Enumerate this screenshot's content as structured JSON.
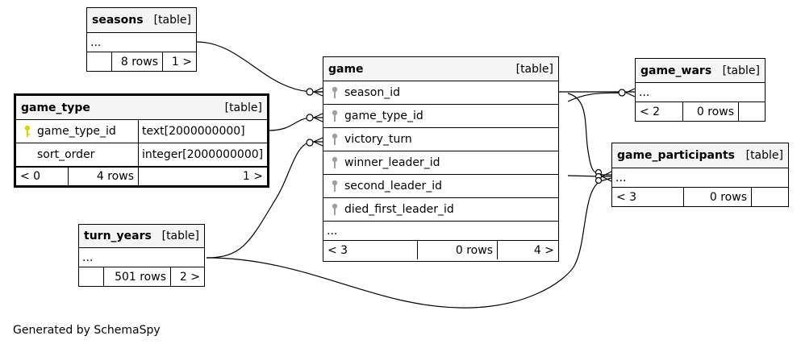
{
  "tables": {
    "seasons": {
      "name": "seasons",
      "tag": "[table]",
      "placeholder": "...",
      "foot": [
        "",
        "8 rows",
        "1 >"
      ]
    },
    "game_type": {
      "name": "game_type",
      "tag": "[table]",
      "columns": [
        {
          "name": "game_type_id",
          "type": "text[2000000000]"
        },
        {
          "name": "sort_order",
          "type": "integer[2000000000]"
        }
      ],
      "foot": [
        "< 0",
        "4 rows",
        "1 >"
      ]
    },
    "turn_years": {
      "name": "turn_years",
      "tag": "[table]",
      "placeholder": "...",
      "foot": [
        "",
        "501 rows",
        "2 >"
      ]
    },
    "game": {
      "name": "game",
      "tag": "[table]",
      "columns": [
        "season_id",
        "game_type_id",
        "victory_turn",
        "winner_leader_id",
        "second_leader_id",
        "died_first_leader_id"
      ],
      "placeholder": "...",
      "foot": [
        "< 3",
        "0 rows",
        "4 >"
      ]
    },
    "game_wars": {
      "name": "game_wars",
      "tag": "[table]",
      "placeholder": "...",
      "foot": [
        "< 2",
        "0 rows",
        ""
      ]
    },
    "game_participants": {
      "name": "game_participants",
      "tag": "[table]",
      "placeholder": "...",
      "foot": [
        "< 3",
        "0 rows",
        ""
      ]
    }
  },
  "colors": {
    "primary_key": "#d7d700",
    "foreign_key": "#a0a0a0",
    "header_bg": "#f5f5f5"
  },
  "footer": "Generated by SchemaSpy"
}
